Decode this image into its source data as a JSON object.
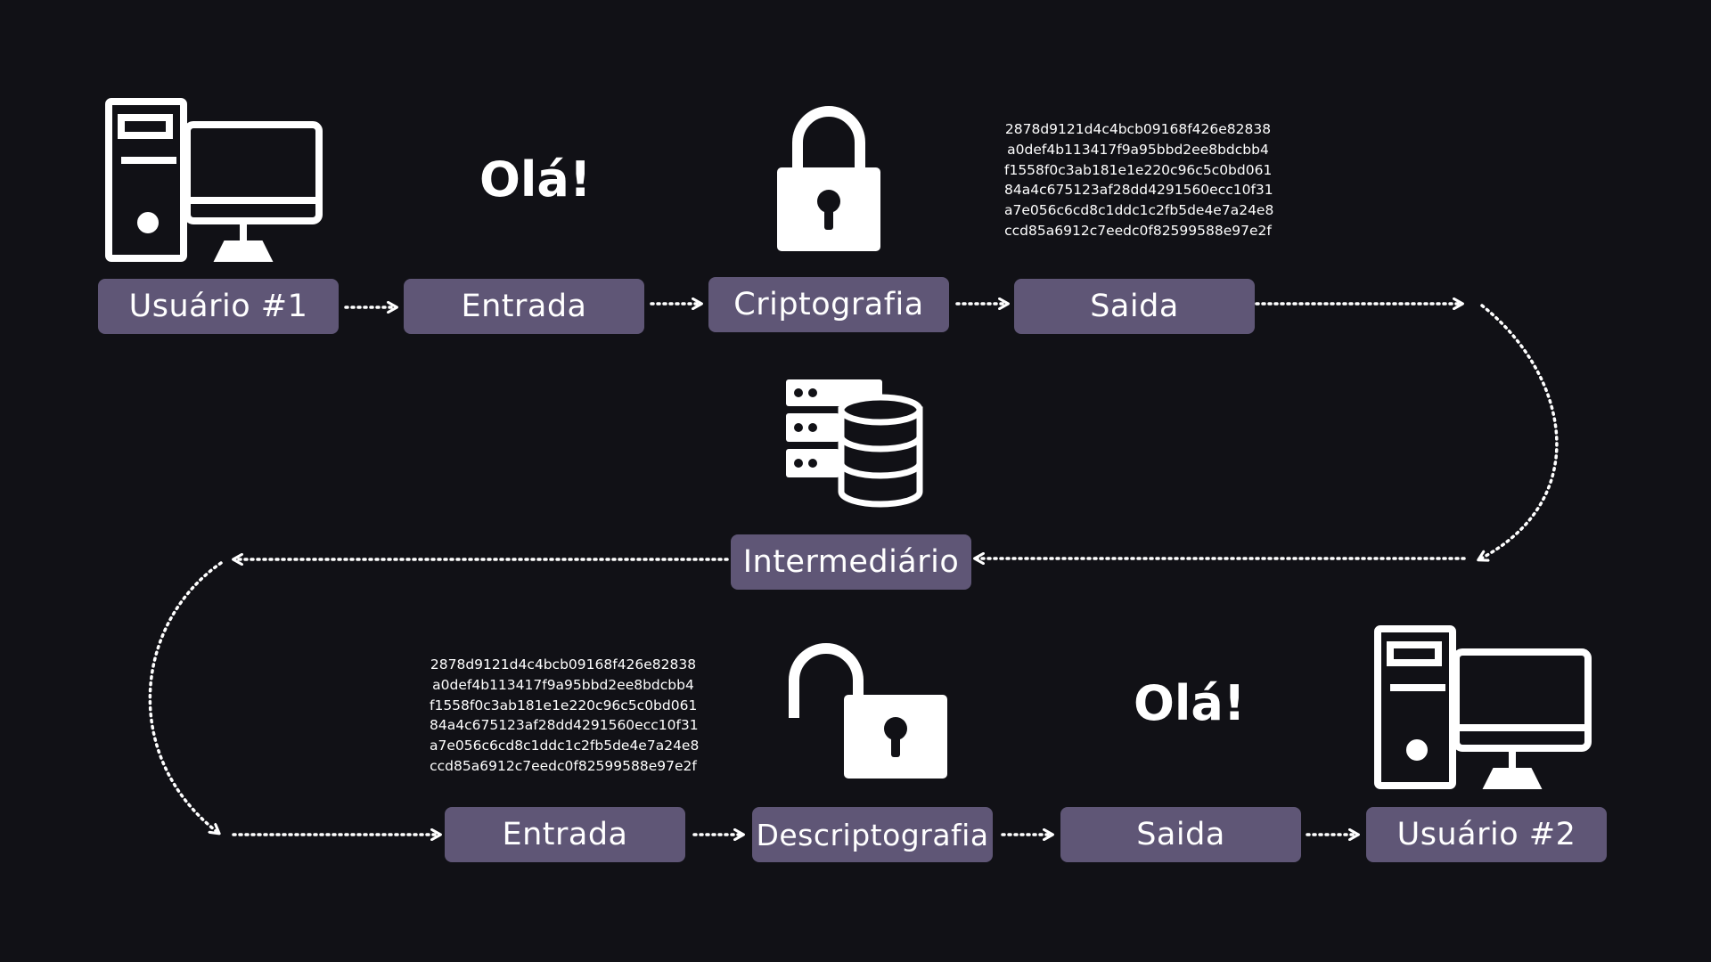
{
  "top_row": {
    "user1": "Usuário #1",
    "entrada": "Entrada",
    "criptografia": "Criptografia",
    "saida": "Saida"
  },
  "middle": {
    "intermediario": "Intermediário"
  },
  "bottom_row": {
    "entrada": "Entrada",
    "descriptografia": "Descriptografia",
    "saida": "Saida",
    "user2": "Usuário #2"
  },
  "messages": {
    "plain_top": "Olá!",
    "plain_bottom": "Olá!",
    "cipher_top": [
      "2878d9121d4c4bcb09168f426e82838",
      "a0def4b113417f9a95bbd2ee8bdcbb4",
      "f1558f0c3ab181e1e220c96c5c0bd061",
      "84a4c675123af28dd4291560ecc10f31",
      "a7e056c6cd8c1ddc1c2fb5de4e7a24e8",
      "ccd85a6912c7eedc0f82599588e97e2f"
    ],
    "cipher_bottom": [
      "2878d9121d4c4bcb09168f426e82838",
      "a0def4b113417f9a95bbd2ee8bdcbb4",
      "f1558f0c3ab181e1e220c96c5c0bd061",
      "84a4c675123af28dd4291560ecc10f31",
      "a7e056c6cd8c1ddc1c2fb5de4e7a24e8",
      "ccd85a6912c7eedc0f82599588e97e2f"
    ]
  },
  "icons": [
    "computer-icon",
    "lock-icon",
    "database-server-icon",
    "unlock-icon",
    "computer-icon"
  ],
  "colors": {
    "background": "#111116",
    "box": "#5f5676",
    "foreground": "#ffffff"
  }
}
